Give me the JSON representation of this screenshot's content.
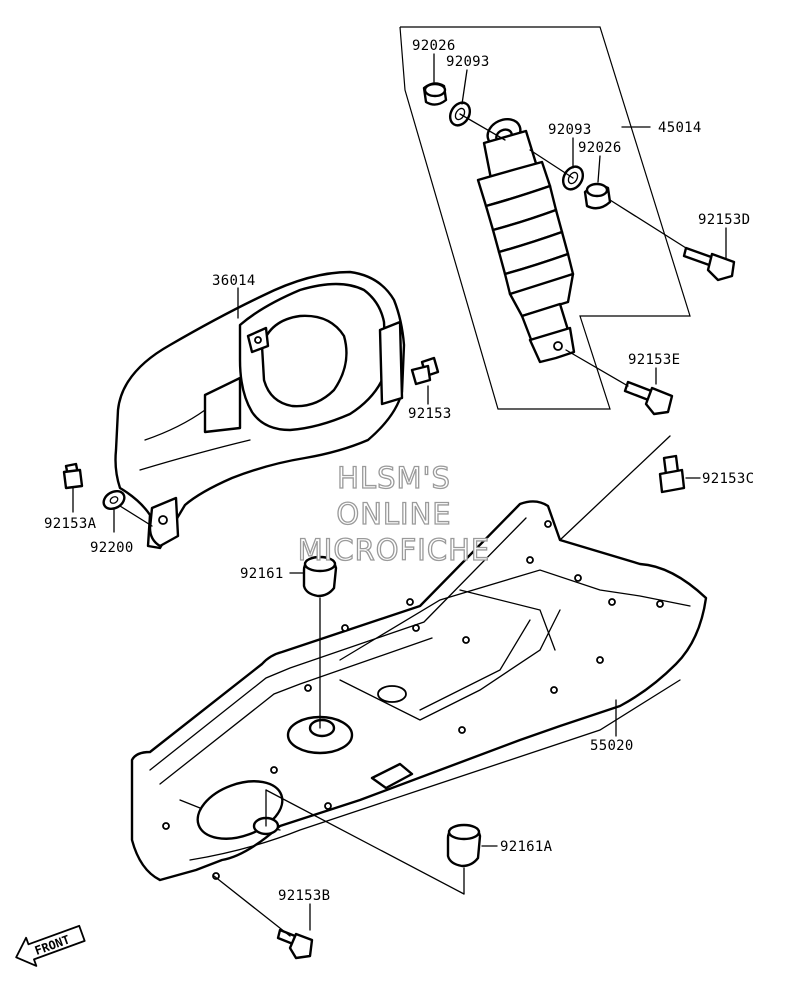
{
  "watermark": {
    "line1": "HLSM'S",
    "line2": "ONLINE",
    "line3": "MICROFICHE"
  },
  "front_marker": "FRONT",
  "part_labels": {
    "p92026_top": "92026",
    "p92093_top": "92093",
    "p45014": "45014",
    "p92093_right": "92093",
    "p92026_right": "92026",
    "p92153D": "92153D",
    "p36014": "36014",
    "p92153": "92153",
    "p92153E": "92153E",
    "p92153C": "92153C",
    "p92153A": "92153A",
    "p92200": "92200",
    "p92161": "92161",
    "p55020": "55020",
    "p92161A": "92161A",
    "p92153B": "92153B"
  }
}
